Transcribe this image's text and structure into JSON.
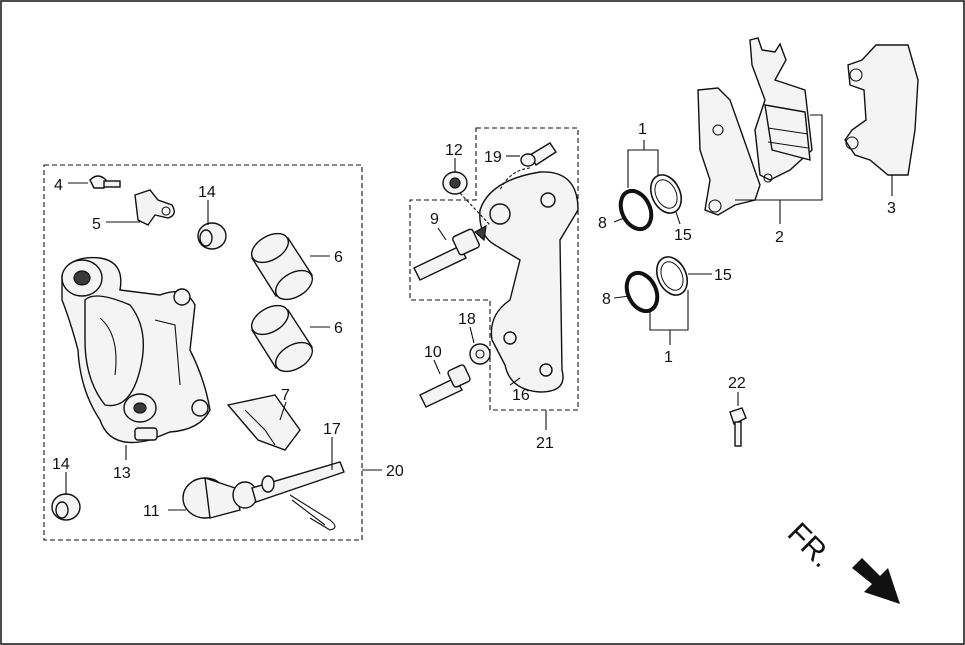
{
  "labels": {
    "l1a": "1",
    "l1b": "1",
    "l2": "2",
    "l3": "3",
    "l4": "4",
    "l5": "5",
    "l6a": "6",
    "l6b": "6",
    "l7": "7",
    "l8a": "8",
    "l8b": "8",
    "l9": "9",
    "l10": "10",
    "l11": "11",
    "l12": "12",
    "l13": "13",
    "l14a": "14",
    "l14b": "14",
    "l15a": "15",
    "l15b": "15",
    "l16": "16",
    "l17": "17",
    "l18": "18",
    "l19": "19",
    "l20": "20",
    "l21": "21",
    "l22": "22"
  },
  "direction": {
    "text": "FR.",
    "arrow_icon": "direction-arrow-icon"
  }
}
